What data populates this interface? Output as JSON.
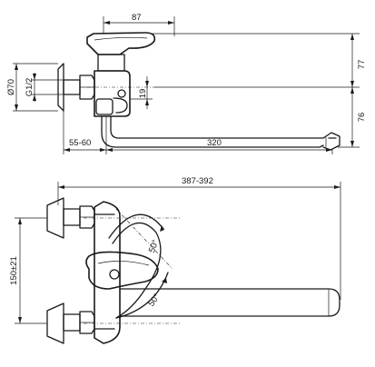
{
  "dimensions": {
    "handle_offset": "87",
    "height_upper": "77",
    "height_lower": "76",
    "outlet_offset": "19",
    "flange_diameter": "Ø70",
    "thread": "G1/2",
    "wall_distance": "55-60",
    "spout_length": "320",
    "overall_length": "387-392",
    "connection_spacing": "150±21",
    "handle_angle_upper": "50°",
    "handle_angle_lower": "50°"
  }
}
